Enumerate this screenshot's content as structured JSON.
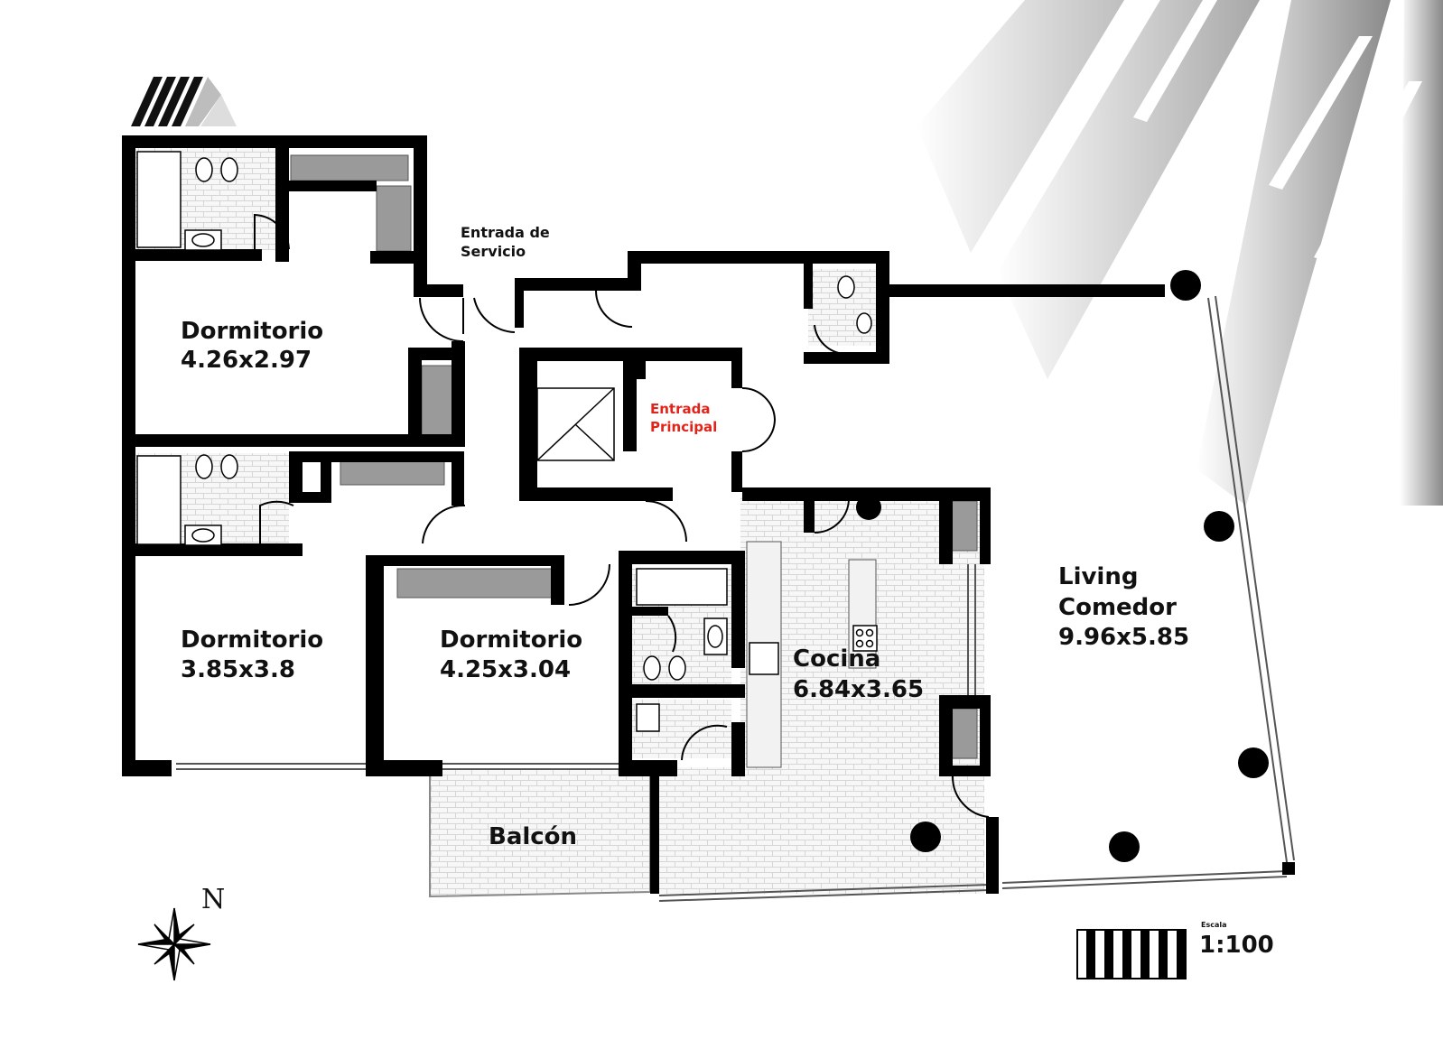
{
  "rooms": {
    "dorm1": {
      "name": "Dormitorio",
      "size": "4.26x2.97"
    },
    "dorm2": {
      "name": "Dormitorio",
      "size": "3.85x3.8"
    },
    "dorm3": {
      "name": "Dormitorio",
      "size": "4.25x3.04"
    },
    "cocina": {
      "name": "Cocina",
      "size": "6.84x3.65"
    },
    "living": {
      "name1": "Living",
      "name2": "Comedor",
      "size": "9.96x5.85"
    },
    "balcon": {
      "name": "Balcón"
    }
  },
  "entrances": {
    "service_line1": "Entrada de",
    "service_line2": "Servicio",
    "main_line1": "Entrada",
    "main_line2": "Principal"
  },
  "compass": {
    "north": "N"
  },
  "scale": {
    "label": "Escala",
    "value": "1:100"
  },
  "colors": {
    "wall": "#000000",
    "accent": "#e2231a",
    "tile": "#d9d9d9",
    "closet": "#8f8f8f"
  }
}
